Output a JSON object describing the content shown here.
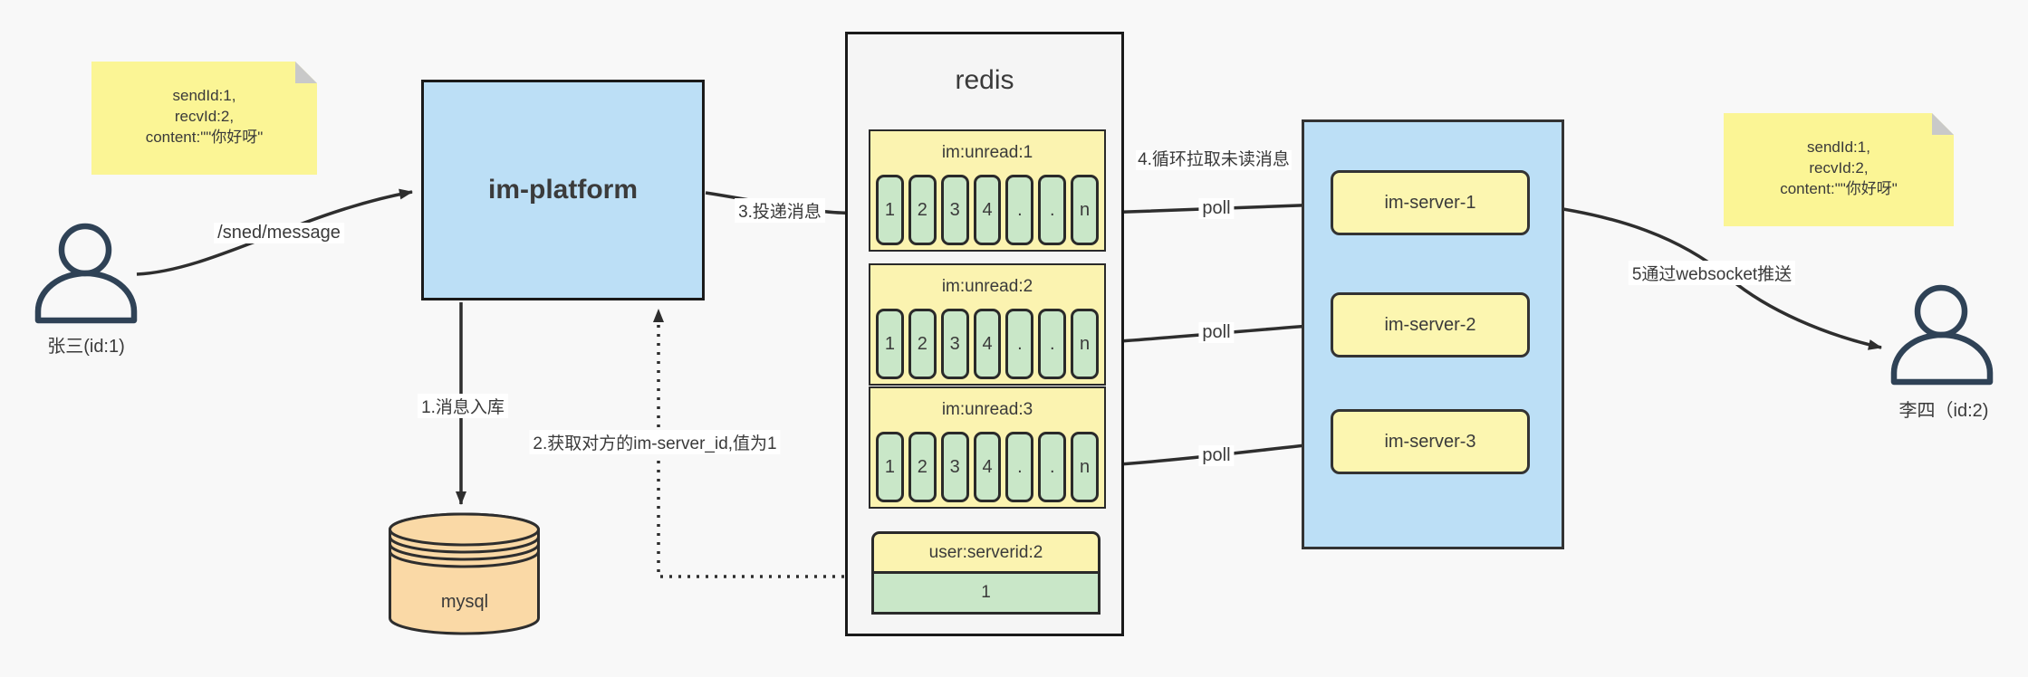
{
  "colors": {
    "background": "#F8F8F8",
    "note_fill": "#FBF595",
    "note_fold": "#C9C9C9",
    "blue_fill": "#BCDFF6",
    "yellow_fill": "#FBF3B0",
    "server_yellow_fill": "#FCF6B0",
    "green_fill": "#C9E7C8",
    "mysql_tan_fill": "#FAD9A6",
    "redis_container_fill": "#F5F5F5",
    "edge_stroke": "#2E2E2E",
    "actor_stroke": "#2F4256",
    "text": "#3A3A3A"
  },
  "notes": {
    "left": {
      "lines": [
        "sendId:1,",
        "recvId:2,",
        "content:\"\"你好呀\""
      ]
    },
    "right": {
      "lines": [
        "sendId:1,",
        "recvId:2,",
        "content:\"\"你好呀\""
      ]
    }
  },
  "actors": {
    "sender": {
      "label": "张三(id:1)"
    },
    "receiver": {
      "label": "李四（id:2)"
    }
  },
  "platform": {
    "label": "im-platform"
  },
  "database": {
    "label": "mysql"
  },
  "redis": {
    "title": "redis",
    "rows": [
      {
        "header": "im:unread:1",
        "cells": [
          "1",
          "2",
          "3",
          "4",
          ".",
          ".",
          "n"
        ]
      },
      {
        "header": "im:unread:2",
        "cells": [
          "1",
          "2",
          "3",
          "4",
          ".",
          ".",
          "n"
        ]
      },
      {
        "header": "im:unread:3",
        "cells": [
          "1",
          "2",
          "3",
          "4",
          ".",
          ".",
          "n"
        ]
      }
    ],
    "mapping": {
      "header": "user:serverid:2",
      "value": "1"
    }
  },
  "servers": {
    "items": [
      {
        "label": "im-server-1"
      },
      {
        "label": "im-server-2"
      },
      {
        "label": "im-server-3"
      }
    ]
  },
  "edges": {
    "send_api": "/sned/message",
    "step1": "1.消息入库",
    "step2": "2.获取对方的im-server_id,值为1",
    "step3": "3.投递消息",
    "step4": "4.循环拉取未读消息",
    "poll": "poll",
    "step5": "5通过websocket推送"
  }
}
